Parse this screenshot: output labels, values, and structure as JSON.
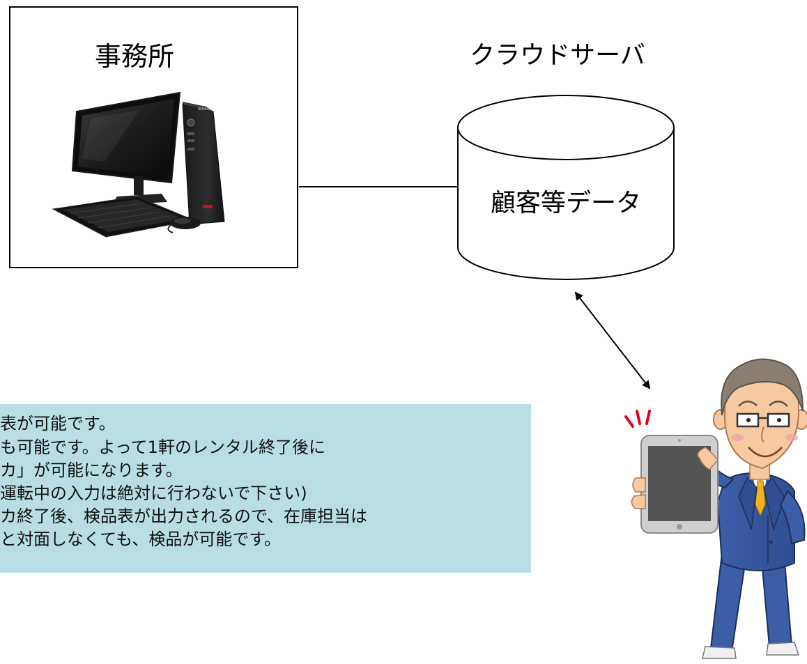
{
  "office": {
    "label": "事務所",
    "icon": "desktop-computer-icon"
  },
  "server": {
    "label": "クラウドサーバ",
    "database_label": "顧客等データ",
    "icon": "database-cylinder-icon"
  },
  "person": {
    "icon": "businessman-with-tablet-icon"
  },
  "info_box": {
    "background": "#b8dee3",
    "lines": [
      "表が可能です。",
      "も可能です。よって1軒のレンタル終了後に",
      "カ」が可能になります。",
      "運転中の入力は絶対に行わないで下さい)",
      "カ終了後、検品表が出力されるので、在庫担当は",
      "と対面しなくても、検品が可能です。"
    ]
  }
}
